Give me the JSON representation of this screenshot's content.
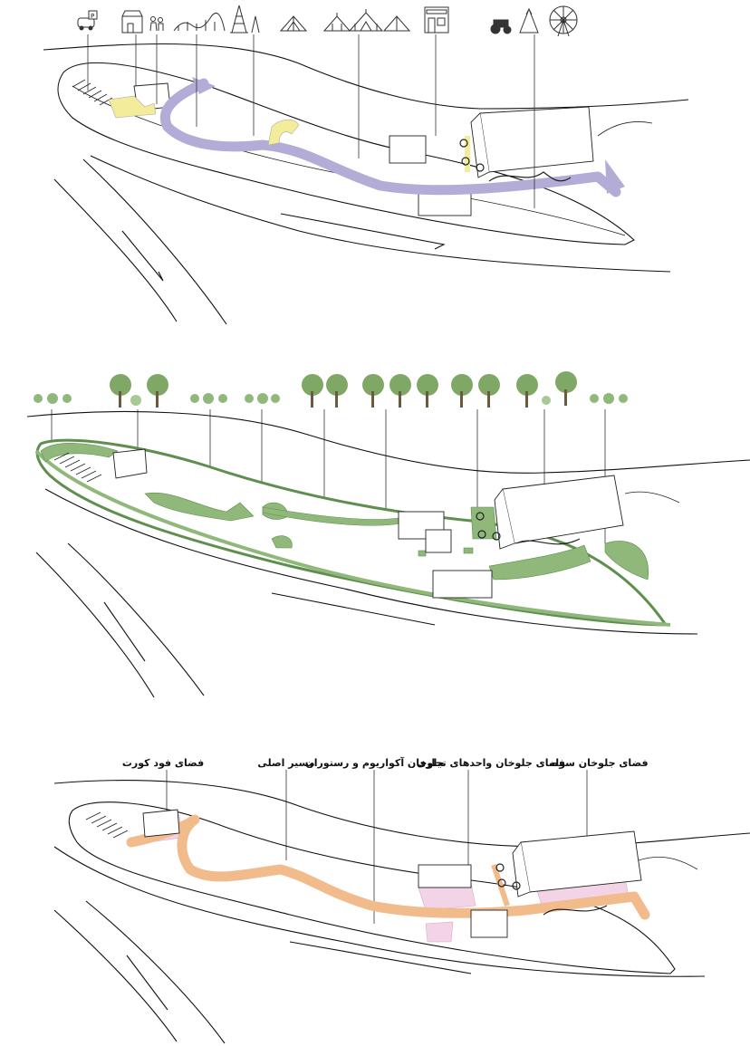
{
  "panel_3": {
    "labels": [
      {
        "id": "food-court",
        "text": "فضای فود کورت"
      },
      {
        "id": "main-path",
        "text": "مسیر اصلی"
      },
      {
        "id": "aquarium-restaurant",
        "text": "جلوخان آکواریوم و رستوران"
      },
      {
        "id": "commercial-units",
        "text": "فضای جلوخان واحدهای تجاری"
      },
      {
        "id": "shed-forecourt",
        "text": "فضای جلوخان سوله"
      }
    ]
  },
  "colors": {
    "path_lilac": "#b3acd6",
    "node_yellow": "#f3ec9a",
    "green": "#8fb87a",
    "green_dark": "#5f8f4e",
    "orange": "#f2bb8c",
    "pink": "#f3d3e6"
  },
  "icons": [
    "parking-icon",
    "shop-icon",
    "people-icon",
    "rollercoaster-icon",
    "tower-icon",
    "tent-icon",
    "tent-icon",
    "circus-tent-icon",
    "tent-icon",
    "store-icon",
    "tractor-icon",
    "teepee-icon",
    "ferris-wheel-icon"
  ]
}
